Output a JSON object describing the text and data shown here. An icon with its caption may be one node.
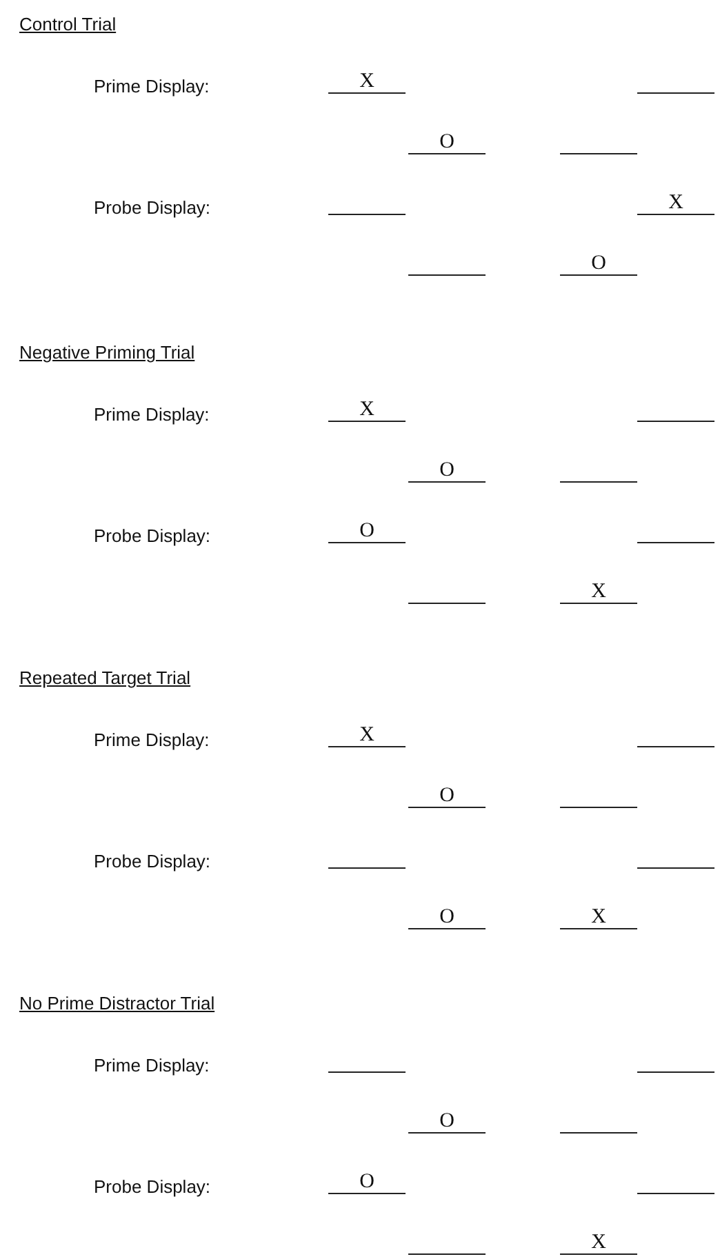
{
  "diagram": {
    "labels": [
      "Control Trial",
      "Prime Display:",
      "X",
      "O",
      "Probe Display:",
      "X",
      "O",
      "Negative Priming Trial",
      "Prime Display:",
      "X",
      "O",
      "Probe Display:",
      "O",
      "X",
      "Repeated Target Trial",
      "Prime Display:",
      "X",
      "O",
      "Probe Display:",
      "O",
      "X",
      "No Prime Distractor Trial",
      "Prime Display:",
      "O",
      "Probe Display:",
      "O",
      "X"
    ]
  }
}
